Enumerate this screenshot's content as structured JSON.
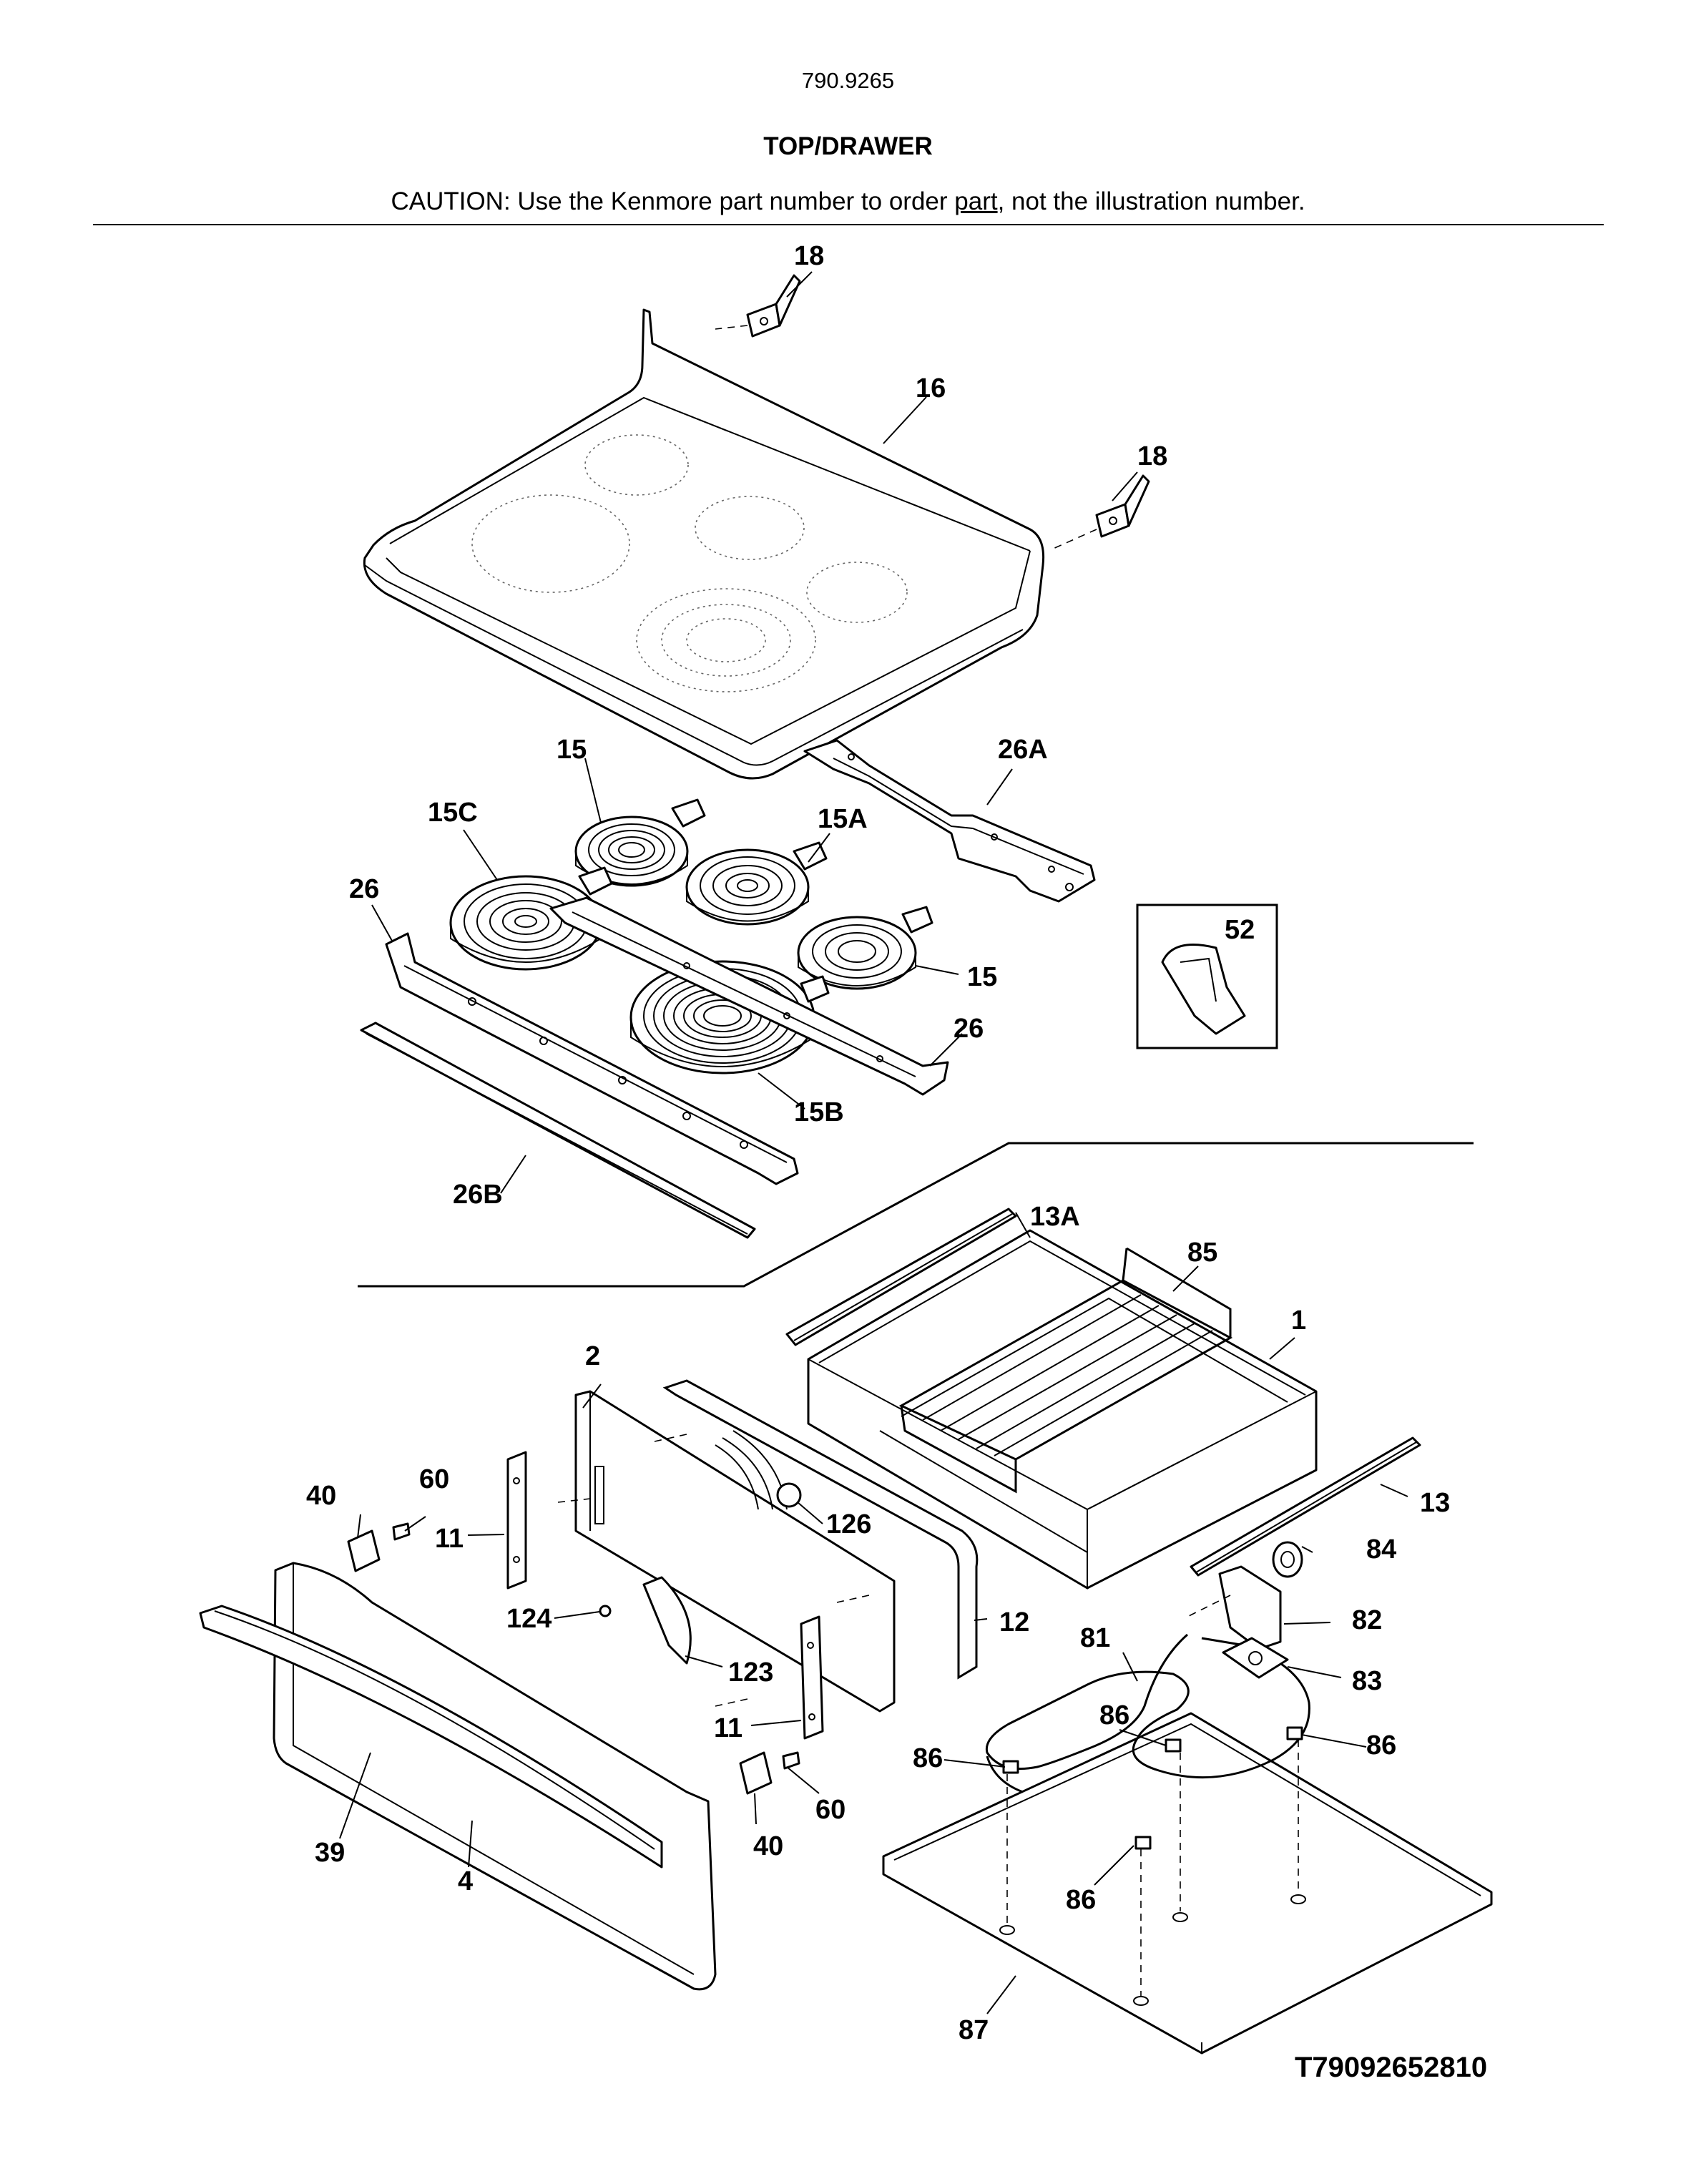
{
  "header": {
    "model_number": "790.9265",
    "section_title": "TOP/DRAWER",
    "caution_prefix": "CAUTION: Use the Kenmore part number to order ",
    "caution_link": "part",
    "caution_suffix": ", not the illustration number."
  },
  "drawing_number": "T79092652810",
  "callouts": {
    "c18a": "18",
    "c16": "16",
    "c18b": "18",
    "c26A": "26A",
    "c15a": "15",
    "c15C": "15C",
    "c15A": "15A",
    "c26a": "26",
    "c52": "52",
    "c15b": "15",
    "c26b": "26",
    "c15B": "15B",
    "c26B": "26B",
    "c13A": "13A",
    "c85": "85",
    "c1": "1",
    "c2": "2",
    "c60a": "60",
    "c40a": "40",
    "c126": "126",
    "c13": "13",
    "c11a": "11",
    "c84": "84",
    "c124": "124",
    "c12": "12",
    "c82": "82",
    "c81": "81",
    "c123": "123",
    "c83": "83",
    "c11b": "11",
    "c86a": "86",
    "c86b": "86",
    "c86c": "86",
    "c60b": "60",
    "c40b": "40",
    "c39": "39",
    "c4": "4",
    "c86d": "86",
    "c87": "87"
  }
}
